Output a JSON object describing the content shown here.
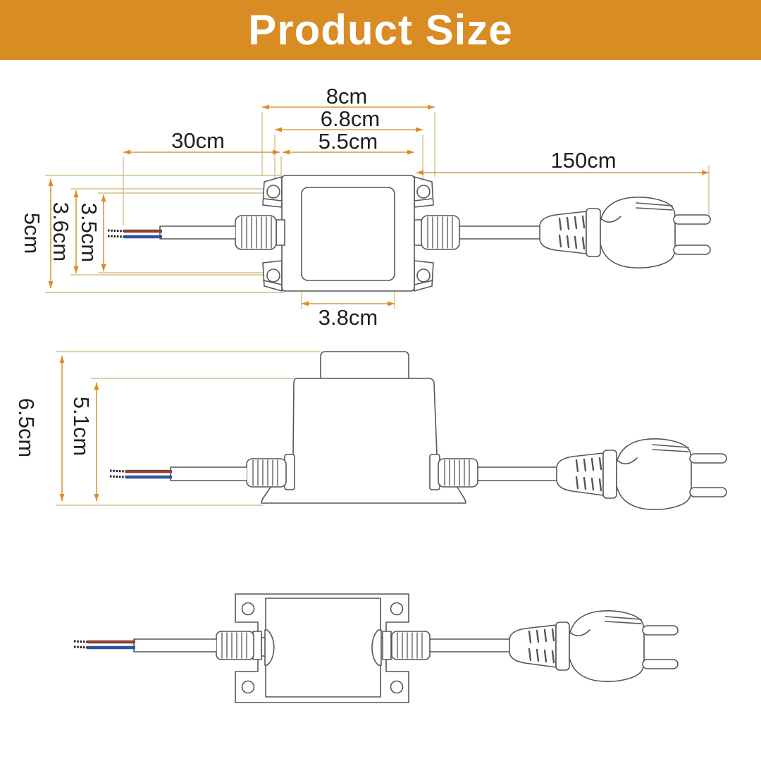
{
  "header": {
    "title": "Product Size"
  },
  "palette": {
    "banner_bg": "#D88C23",
    "banner_text": "#FFFFFF",
    "dimension_line": "#D69A3F",
    "extension_line": "#D7BE8C",
    "arrow": "#DE8A26",
    "line_art": "#55565A",
    "wire_red": "#8D4135",
    "wire_blue": "#31549D"
  },
  "top_view": {
    "dims": {
      "outer_width": "8cm",
      "hole_span_width": "6.8cm",
      "body_width": "5.5cm",
      "lead_wire_length": "30cm",
      "power_cord_length": "150cm",
      "outer_height": "5cm",
      "hole_span_height": "3.6cm",
      "inner_height": "3.5cm",
      "panel_width": "3.8cm"
    }
  },
  "side_view": {
    "dims": {
      "total_height": "6.5cm",
      "body_height": "5.1cm"
    }
  },
  "bottom_view": {
    "dims": {}
  }
}
